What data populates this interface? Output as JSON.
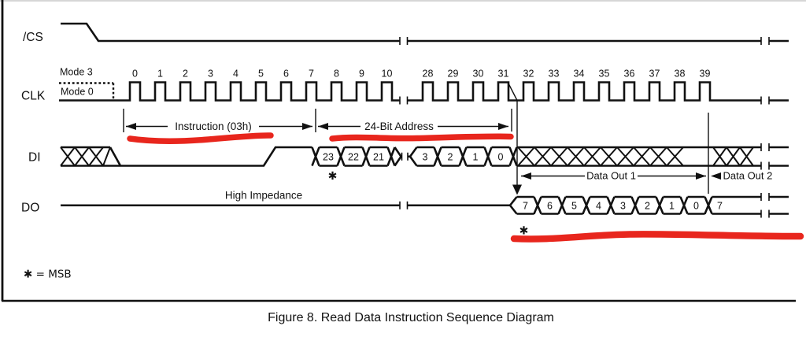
{
  "figure": {
    "caption": "Figure 8. Read Data Instruction Sequence Diagram",
    "msb_legend": "✱ = MSB"
  },
  "signals": {
    "cs": {
      "label": "/CS"
    },
    "clk": {
      "label": "CLK",
      "mode3": "Mode 3",
      "mode0": "Mode 0",
      "numbers_group1": [
        "0",
        "1",
        "2",
        "3",
        "4",
        "5",
        "6",
        "7",
        "8",
        "9",
        "10"
      ],
      "numbers_group2": [
        "28",
        "29",
        "30",
        "31"
      ],
      "numbers_group3": [
        "32",
        "33",
        "34",
        "35",
        "36",
        "37",
        "38",
        "39"
      ]
    },
    "di": {
      "label": "DI",
      "instruction_bits": [
        "23",
        "22",
        "21"
      ],
      "address_bits": [
        "3",
        "2",
        "1",
        "0"
      ],
      "msb_mark": "✱"
    },
    "do": {
      "label": "DO",
      "high_impedance": "High Impedance",
      "data_out_bits": [
        "7",
        "6",
        "5",
        "4",
        "3",
        "2",
        "1",
        "0"
      ],
      "next_byte_first_bit": "7",
      "msb_mark": "✱"
    }
  },
  "annotations": {
    "instruction": "Instruction (03h)",
    "address": "24-Bit Address",
    "data_out_1": "Data Out 1",
    "data_out_2": "Data Out 2"
  },
  "colors": {
    "line": "#111111",
    "highlight": "#e8261d",
    "background": "#ffffff"
  }
}
